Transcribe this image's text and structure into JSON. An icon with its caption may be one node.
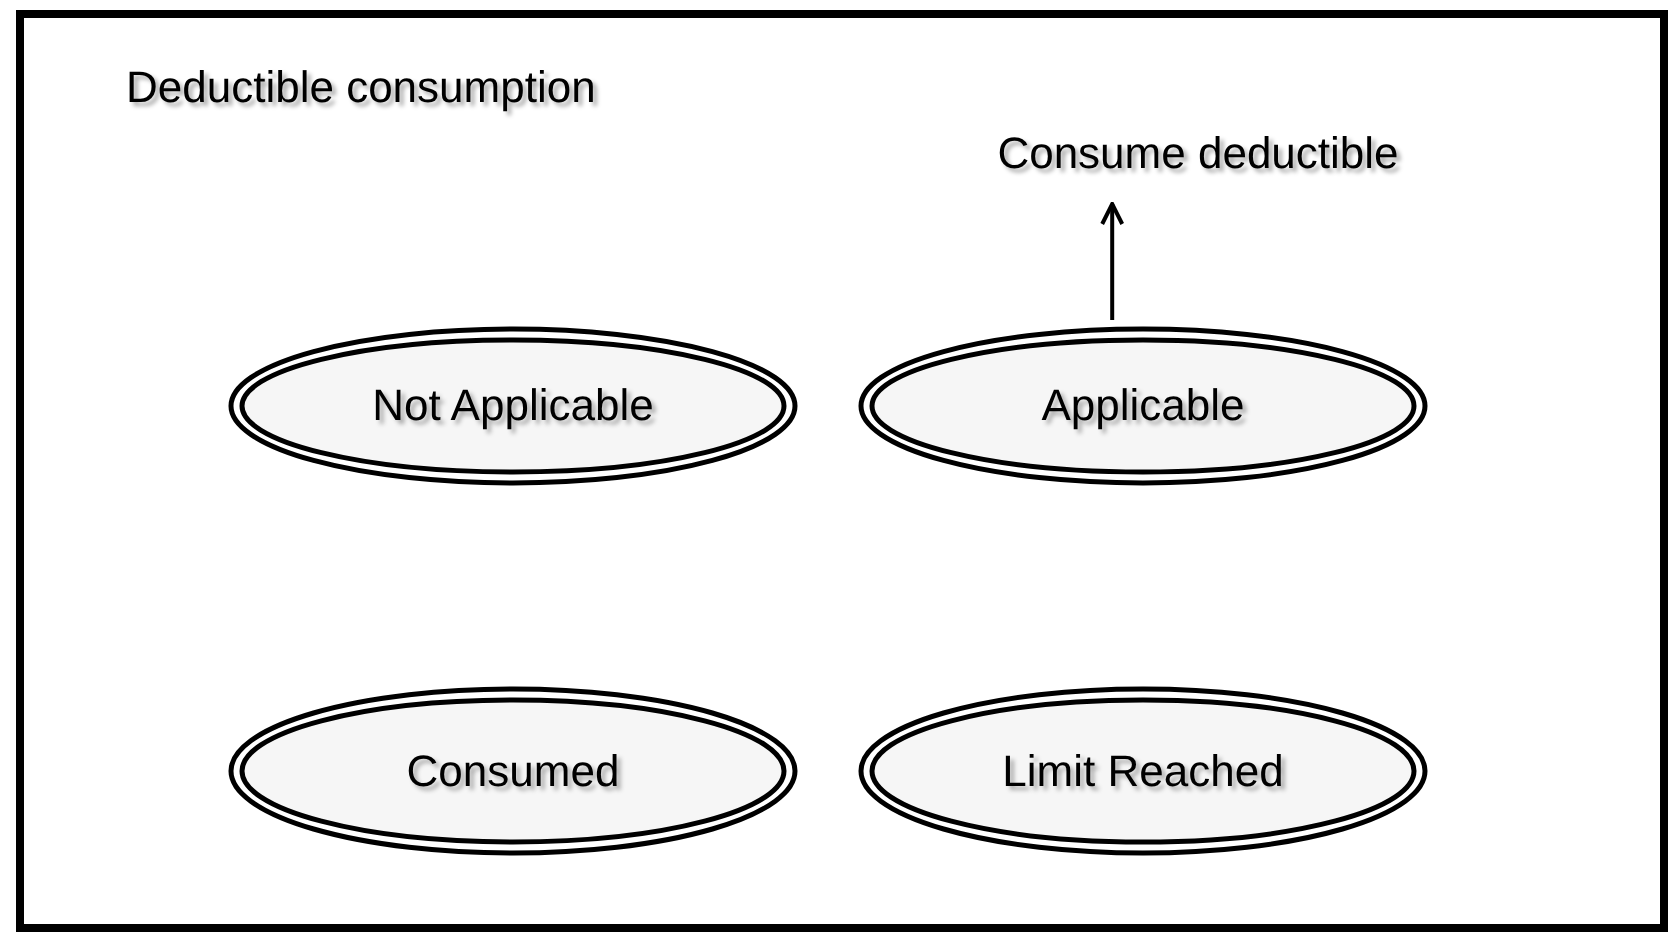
{
  "diagram": {
    "nodes": [
      {
        "text": [
          "Deductible consumption"
        ]
      },
      {
        "text": [
          "Not Applicable"
        ],
        "in": 0
      },
      {
        "text": [
          "Applicable"
        ],
        "in": 0
      },
      {
        "text": [
          "Consume deductible"
        ],
        "in": 0
      },
      {
        "text": [
          "Consumed"
        ],
        "in": 0
      },
      {
        "text": [
          "Limit Reached"
        ],
        "in": 0
      }
    ],
    "edges": [
      {
        "from": 2,
        "to": 3,
        "arrow": "to"
      }
    ]
  }
}
